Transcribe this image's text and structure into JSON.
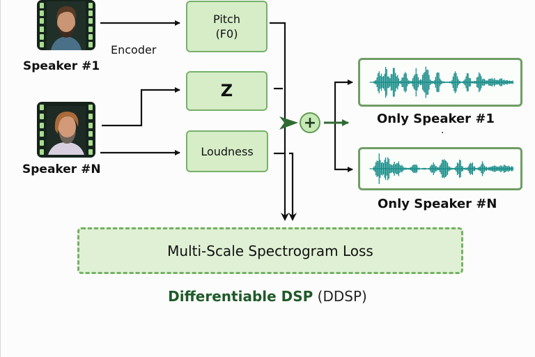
{
  "diagram": {
    "speakers": [
      {
        "label": "Speaker #1",
        "icon": "video-frame-portrait-icon"
      },
      {
        "label": "Speaker #N",
        "icon": "video-frame-portrait-icon"
      }
    ],
    "encoder_label": "Encoder",
    "features": [
      {
        "line1": "Pitch",
        "line2": "(F0)"
      },
      {
        "line1": "Z"
      },
      {
        "line1": "Loudness"
      }
    ],
    "combine_symbol": "+",
    "outputs": [
      {
        "label": "Only Speaker #1",
        "icon": "waveform-icon"
      },
      {
        "label": "Only Speaker #N",
        "icon": "waveform-icon"
      }
    ],
    "output_dot": "·",
    "loss_label": "Multi-Scale Spectrogram Loss",
    "caption": {
      "highlight": "Differentiable DSP",
      "rest": " (DDSP)"
    },
    "colors": {
      "node_fill": "#d6edc8",
      "node_border": "#77b06a",
      "wave": "#138a86",
      "arrow_green": "#2e6b34",
      "caption_green": "#1f5a2a"
    }
  }
}
